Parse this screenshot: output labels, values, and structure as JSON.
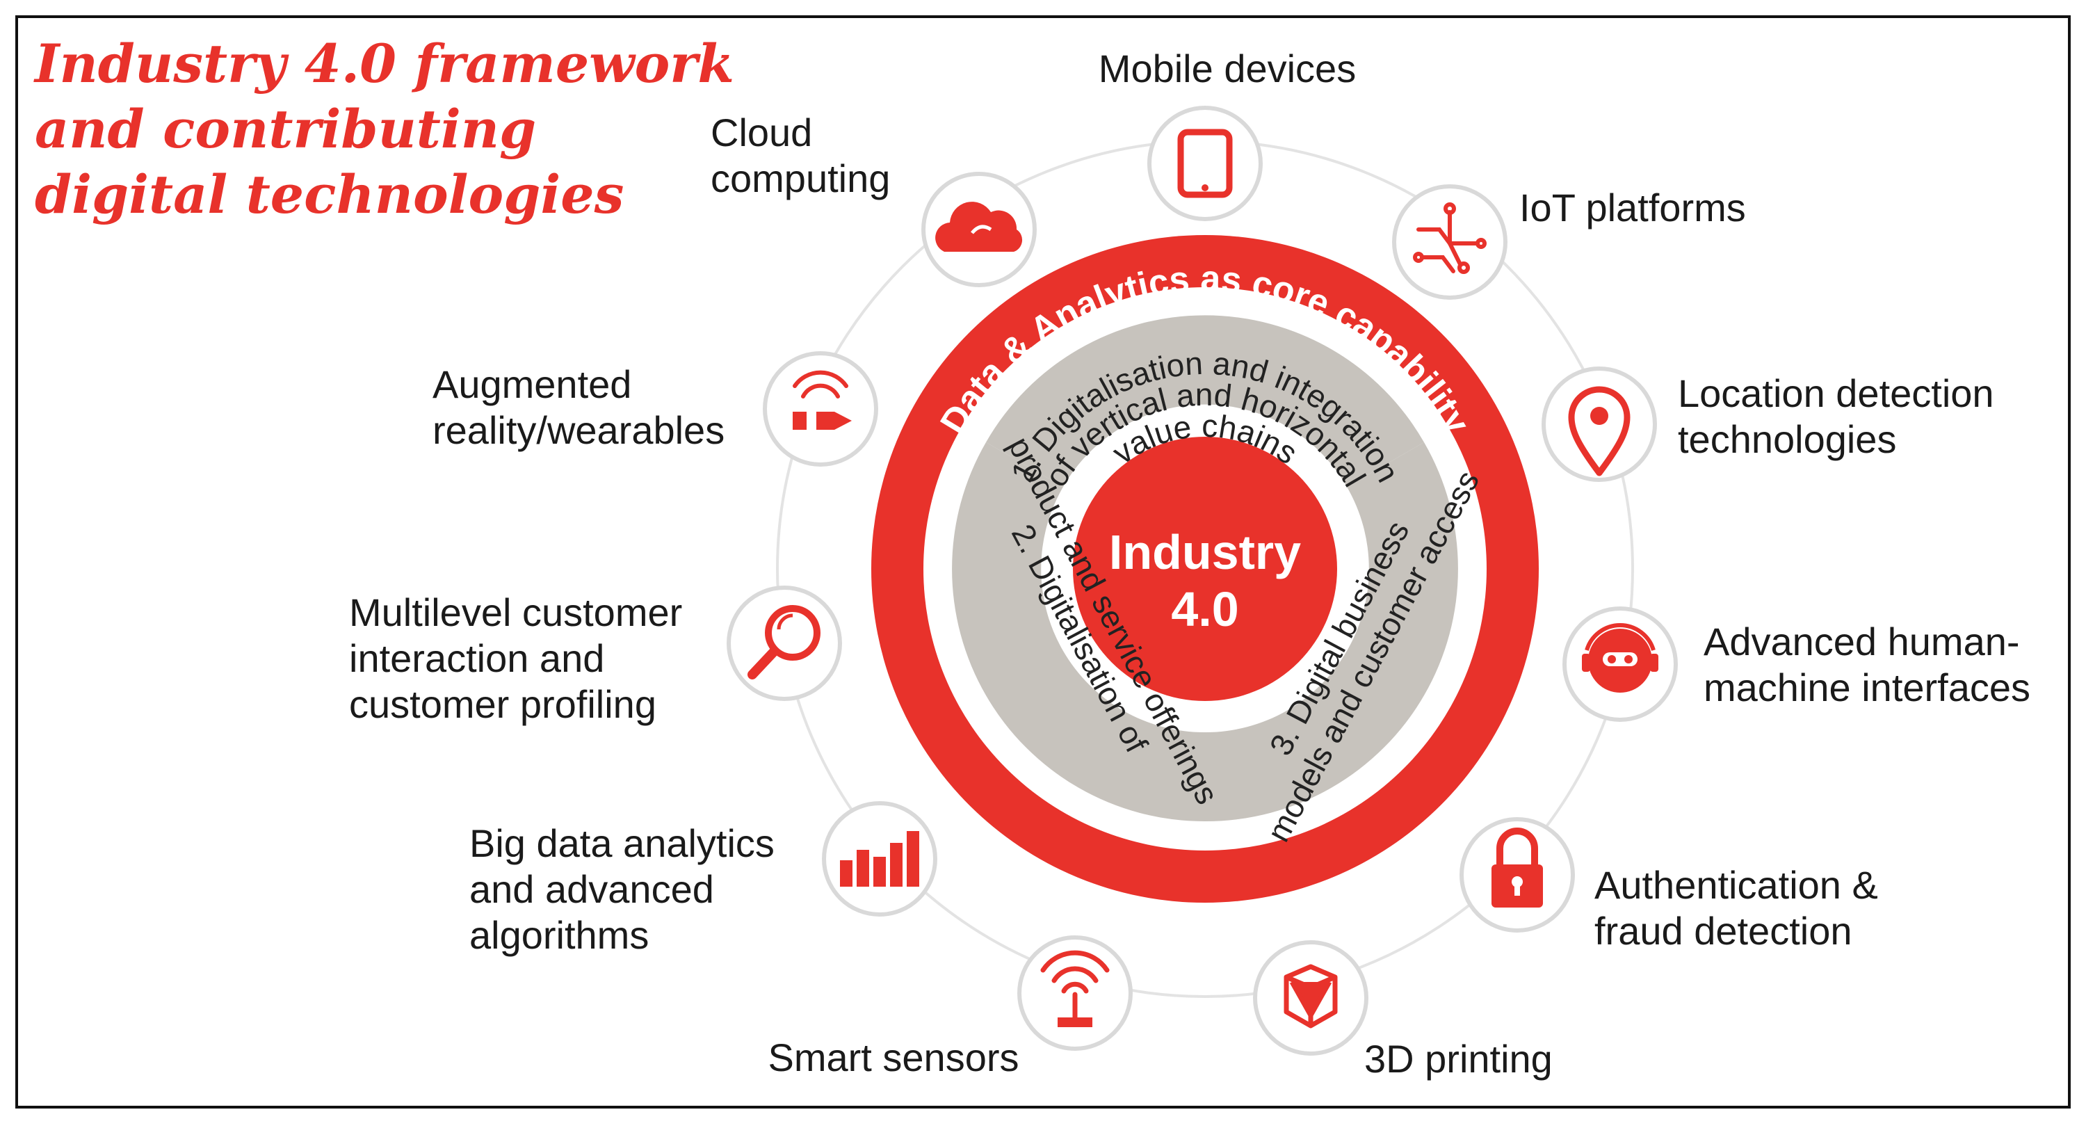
{
  "title_lines": [
    "Industry 4.0 framework",
    "and contributing",
    "digital technologies"
  ],
  "center": {
    "line1": "Industry",
    "line2": "4.0"
  },
  "ring_text": "Data & Analytics as core capability",
  "segments": {
    "s1": [
      "1. Digitalisation and integration",
      "of vertical and horizontal",
      "value chains"
    ],
    "s2": [
      "2. Digitalisation of",
      "product and service offerings"
    ],
    "s3": [
      "3. Digital business",
      "models and customer access"
    ]
  },
  "technologies": [
    {
      "icon": "tablet-icon",
      "label": [
        "Mobile devices"
      ]
    },
    {
      "icon": "circuit-icon",
      "label": [
        "IoT platforms"
      ]
    },
    {
      "icon": "location-pin-icon",
      "label": [
        "Location detection",
        "technologies"
      ]
    },
    {
      "icon": "robot-icon",
      "label": [
        "Advanced human-",
        "machine interfaces"
      ]
    },
    {
      "icon": "padlock-icon",
      "label": [
        "Authentication &",
        "fraud detection"
      ]
    },
    {
      "icon": "cube-3d-icon",
      "label": [
        "3D printing"
      ]
    },
    {
      "icon": "antenna-icon",
      "label": [
        "Smart sensors"
      ]
    },
    {
      "icon": "bar-chart-icon",
      "label": [
        "Big data analytics",
        "and advanced",
        "algorithms"
      ]
    },
    {
      "icon": "magnifier-icon",
      "label": [
        "Multilevel customer",
        "interaction and",
        "customer profiling"
      ]
    },
    {
      "icon": "wearable-icon",
      "label": [
        "Augmented",
        "reality/wearables"
      ]
    },
    {
      "icon": "cloud-icon",
      "label": [
        "Cloud",
        "computing"
      ]
    }
  ],
  "colors": {
    "accent": "#e8322b",
    "segment": "#c7c3bd",
    "icon_border": "#d9d9d9",
    "text": "#1a1a1a",
    "frame": "#111111"
  }
}
